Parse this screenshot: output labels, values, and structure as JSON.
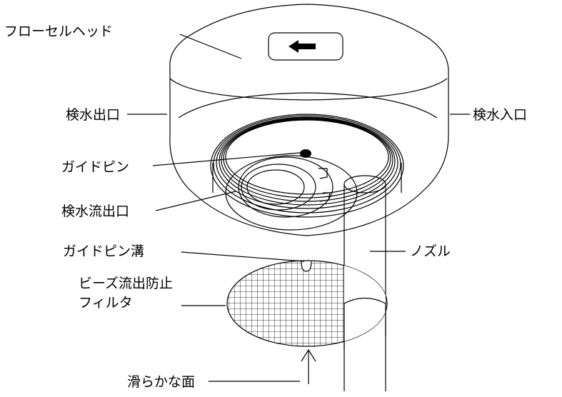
{
  "labels": {
    "flow_cell_head": "フローセルヘッド",
    "sample_outlet": "検水出口",
    "sample_inlet": "検水入口",
    "guide_pin": "ガイドピン",
    "sample_outflow_port": "検水流出口",
    "guide_pin_groove": "ガイドピン溝",
    "nozzle": "ノズル",
    "bead_filter_line1": "ビーズ流出防止",
    "bead_filter_line2": "フィルタ",
    "smooth_surface": "滑らかな面"
  },
  "icons": {
    "direction_arrow": "left-arrow-icon"
  },
  "colors": {
    "line": "#000000",
    "background": "#ffffff"
  }
}
